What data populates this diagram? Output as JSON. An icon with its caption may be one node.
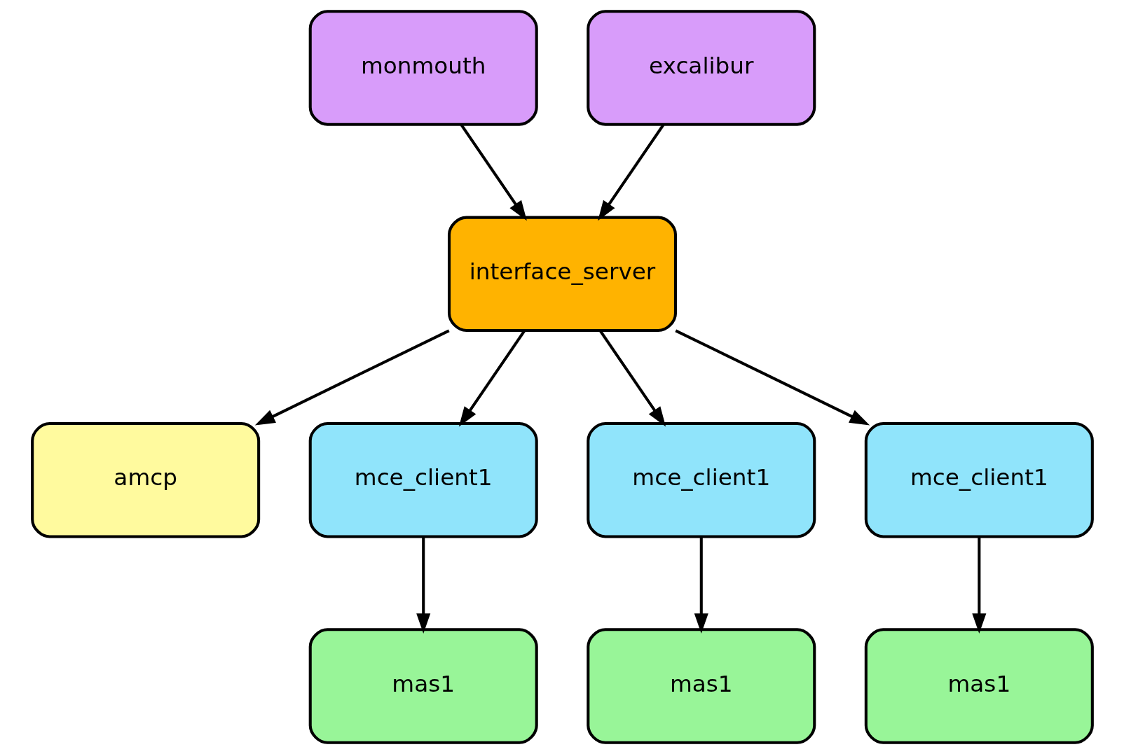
{
  "diagram": {
    "nodes": [
      {
        "text": [
          "monmouth"
        ]
      },
      {
        "text": [
          "excalibur"
        ]
      },
      {
        "text": [
          "interface_server"
        ]
      },
      {
        "text": [
          "amcp"
        ]
      },
      {
        "text": [
          "mce_client1"
        ]
      },
      {
        "text": [
          "mce_client1"
        ]
      },
      {
        "text": [
          "mce_client1"
        ]
      },
      {
        "text": [
          "mas1"
        ]
      },
      {
        "text": [
          "mas1"
        ]
      },
      {
        "text": [
          "mas1"
        ]
      }
    ],
    "edges": [
      {
        "from": 0,
        "to": 2,
        "arrow": "to"
      },
      {
        "from": 1,
        "to": 2,
        "arrow": "to"
      },
      {
        "from": 2,
        "to": 3,
        "arrow": "to"
      },
      {
        "from": 2,
        "to": 4,
        "arrow": "to"
      },
      {
        "from": 2,
        "to": 5,
        "arrow": "to"
      },
      {
        "from": 2,
        "to": 6,
        "arrow": "to"
      },
      {
        "from": 4,
        "to": 7,
        "arrow": "to"
      },
      {
        "from": 5,
        "to": 8,
        "arrow": "to"
      },
      {
        "from": 6,
        "to": 9,
        "arrow": "to"
      }
    ]
  }
}
